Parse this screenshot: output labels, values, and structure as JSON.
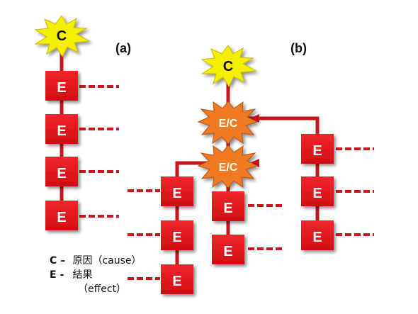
{
  "panels": {
    "a": "(a)",
    "b": "(b)"
  },
  "nodes": {
    "cause": "C",
    "effect": "E",
    "effect_cause": "E/C"
  },
  "legend": {
    "c_key": "C –",
    "c_text": "原因（cause）",
    "e_key": "E -",
    "e_text": "結果",
    "e_sub": "（effect）"
  },
  "colors": {
    "node_red": "#e4141c",
    "link_red": "#c8141c",
    "dash_red": "#d0141c",
    "burst_yellow": "#f4f000",
    "burst_orange": "#f07a24"
  }
}
